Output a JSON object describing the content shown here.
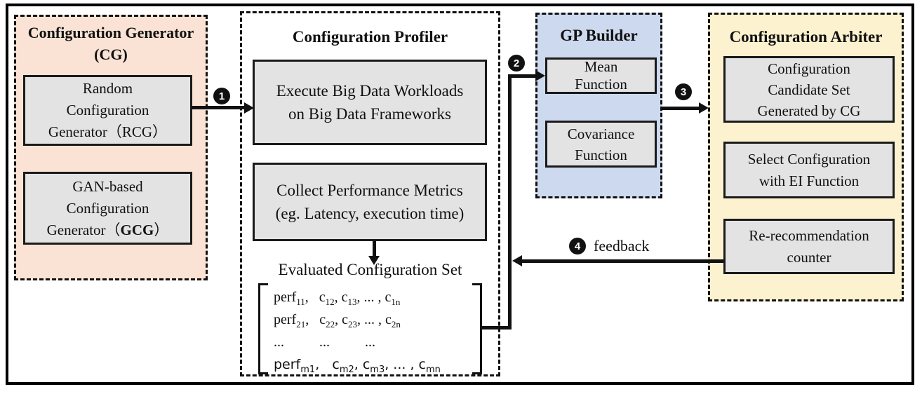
{
  "colors": {
    "cg_bg": "#fae3d4",
    "gp_bg": "#cdd9ee",
    "arbiter_bg": "#fdf2cf",
    "box_bg": "#e3e3e3",
    "line": "#111111"
  },
  "cg": {
    "title": "Configuration Generator",
    "subtitle": "(CG)",
    "rcg": {
      "line1": "Random",
      "line2": "Configuration",
      "line3": "Generator（RCG）"
    },
    "gcg": {
      "line1": "GAN-based",
      "line2": "Configuration",
      "line3_prefix": "Generator（",
      "line3_bold": "GCG",
      "line3_suffix": "）"
    }
  },
  "profiler": {
    "title": "Configuration Profiler",
    "execute": {
      "line1": "Execute Big Data Workloads",
      "line2": "on Big Data Frameworks"
    },
    "collect": {
      "line1": "Collect Performance Metrics",
      "line2": "(eg. Latency, execution time)"
    },
    "evaluated_label": "Evaluated Configuration Set",
    "matrix_rows": [
      {
        "segs": [
          {
            "t": "perf",
            "s": "11"
          },
          {
            "t": ",   c",
            "s": "12"
          },
          {
            "t": ", c",
            "s": "13"
          },
          {
            "t": ", ... , c",
            "s": "1n"
          }
        ]
      },
      {
        "segs": [
          {
            "t": "perf",
            "s": "21"
          },
          {
            "t": ",   c",
            "s": "22"
          },
          {
            "t": ", c",
            "s": "23"
          },
          {
            "t": ", ... , c",
            "s": "2n"
          }
        ]
      },
      {
        "segs": [
          {
            "t": "...          ...          ..."
          }
        ]
      },
      {
        "sans": true,
        "segs": [
          {
            "t": "perf",
            "s": "m1"
          },
          {
            "t": ",   c",
            "s": "m2"
          },
          {
            "t": ", c",
            "s": "m3"
          },
          {
            "t": ", ... , c",
            "s": "mn"
          }
        ]
      }
    ]
  },
  "gp": {
    "title": "GP Builder",
    "mean": {
      "line1": "Mean",
      "line2": "Function"
    },
    "covariance": {
      "line1": "Covariance",
      "line2": "Function"
    }
  },
  "arbiter": {
    "title": "Configuration Arbiter",
    "candidate": {
      "line1": "Configuration",
      "line2": "Candidate Set",
      "line3": "Generated by CG"
    },
    "select": {
      "line1": "Select Configuration",
      "line2": "with EI Function"
    },
    "rerec": {
      "line1": "Re-recommendation",
      "line2": "counter"
    }
  },
  "flow": {
    "step1": "1",
    "step2": "2",
    "step3": "3",
    "step4": "4",
    "feedback": "feedback"
  }
}
